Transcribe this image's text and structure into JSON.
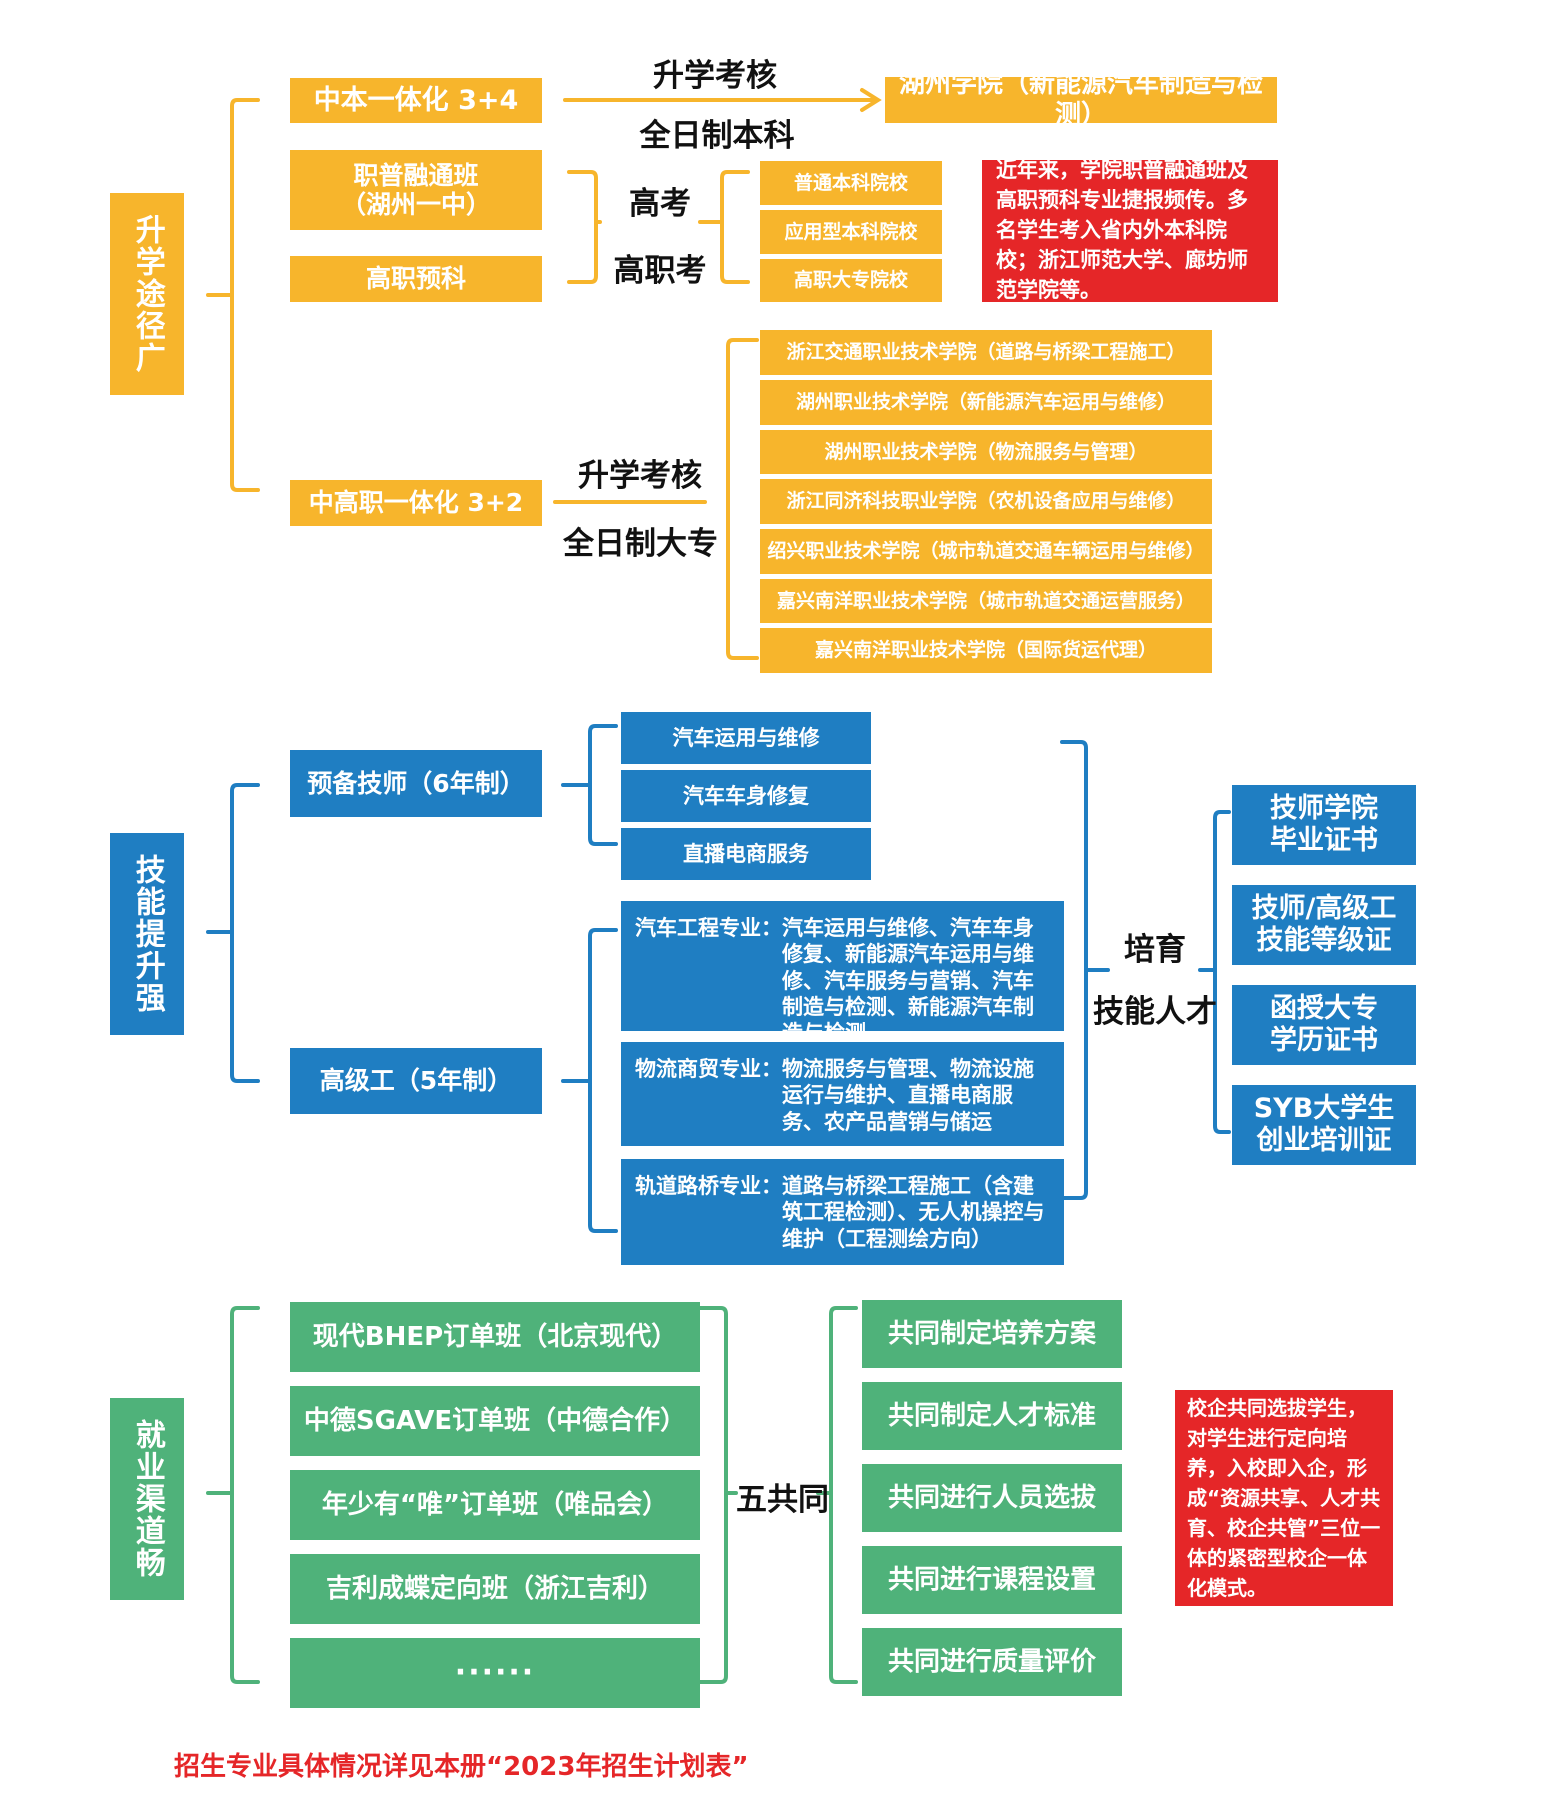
{
  "section1": {
    "title": "升学途径广",
    "zhongben": "中本一体化 3+4",
    "zhongben_label_top": "升学考核",
    "zhongben_label_bottom": "全日制本科",
    "zhongben_target": "湖州学院（新能源汽车制造与检测）",
    "zhipu": "职普融通班\n（湖州一中）",
    "gaozhi_yuke": "高职预科",
    "exam1": "高考",
    "exam2": "高职考",
    "schools": [
      "普通本科院校",
      "应用型本科院校",
      "高职大专院校"
    ],
    "note": "近年来，学院职普融通班及高职预科专业捷报频传。多名学生考入省内外本科院校；浙江师范大学、廊坊师范学院等。",
    "zhonggao": "中高职一体化 3+2",
    "zhonggao_label_top": "升学考核",
    "zhonggao_label_bottom": "全日制大专",
    "colleges": [
      "浙江交通职业技术学院（道路与桥梁工程施工）",
      "湖州职业技术学院（新能源汽车运用与维修）",
      "湖州职业技术学院（物流服务与管理）",
      "浙江同济科技职业学院（农机设备应用与维修）",
      "绍兴职业技术学院（城市轨道交通车辆运用与维修）",
      "嘉兴南洋职业技术学院（城市轨道交通运营服务）",
      "嘉兴南洋职业技术学院（国际货运代理）"
    ]
  },
  "section2": {
    "title": "技能提升强",
    "yubei": "预备技师（6年制）",
    "yubei_majors": [
      "汽车运用与维修",
      "汽车车身修复",
      "直播电商服务"
    ],
    "gaoji": "高级工（5年制）",
    "details": [
      {
        "key": "汽车工程专业：",
        "value": "汽车运用与维修、汽车车身修复、新能源汽车运用与维修、汽车服务与营销、汽车制造与检测、新能源汽车制造与检测"
      },
      {
        "key": "物流商贸专业：",
        "value": "物流服务与管理、物流设施运行与维护、直播电商服务、农产品营销与储运"
      },
      {
        "key": "轨道路桥专业：",
        "value": "道路与桥梁工程施工（含建筑工程检测）、无人机操控与维护（工程测绘方向）"
      }
    ],
    "cultivate_top": "培育",
    "cultivate_bottom": "技能人才",
    "certs": [
      "技师学院\n毕业证书",
      "技师/高级工\n技能等级证",
      "函授大专\n学历证书",
      "SYB大学生\n创业培训证"
    ]
  },
  "section3": {
    "title": "就业渠道畅",
    "classes": [
      "现代BHEP订单班（北京现代）",
      "中德SGAVE订单班（中德合作）",
      "年少有“唯”订单班（唯品会）",
      "吉利成蝶定向班（浙江吉利）",
      "······"
    ],
    "center_label": "五共同",
    "commons": [
      "共同制定培养方案",
      "共同制定人才标准",
      "共同进行人员选拔",
      "共同进行课程设置",
      "共同进行质量评价"
    ],
    "note": "校企共同选拔学生，对学生进行定向培养，入校即入企，形成“资源共享、人才共育、校企共管”三位一体的紧密型校企一体化模式。"
  },
  "footer": "招生专业具体情况详见本册“2023年招生计划表”"
}
